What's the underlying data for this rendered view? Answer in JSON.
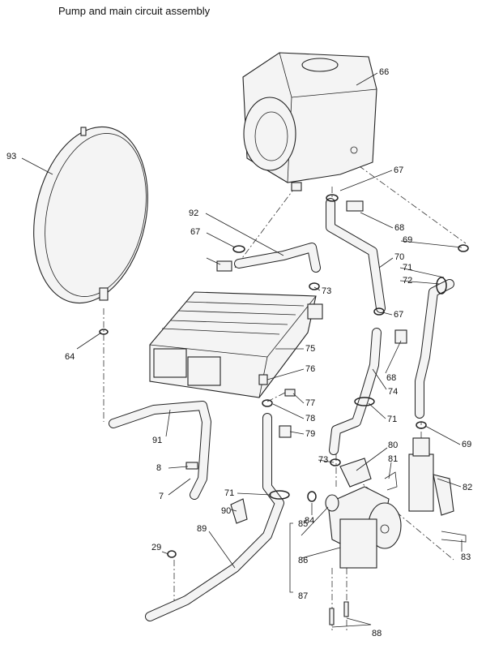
{
  "title": "Pump and main circuit assembly",
  "labels": [
    "66",
    "93",
    "67",
    "92",
    "68",
    "67",
    "69",
    "70",
    "71",
    "72",
    "73",
    "67",
    "64",
    "75",
    "76",
    "68",
    "74",
    "77",
    "71",
    "78",
    "79",
    "91",
    "80",
    "69",
    "73",
    "81",
    "8",
    "82",
    "7",
    "71",
    "84",
    "90",
    "85",
    "83",
    "89",
    "86",
    "29",
    "87",
    "88"
  ]
}
